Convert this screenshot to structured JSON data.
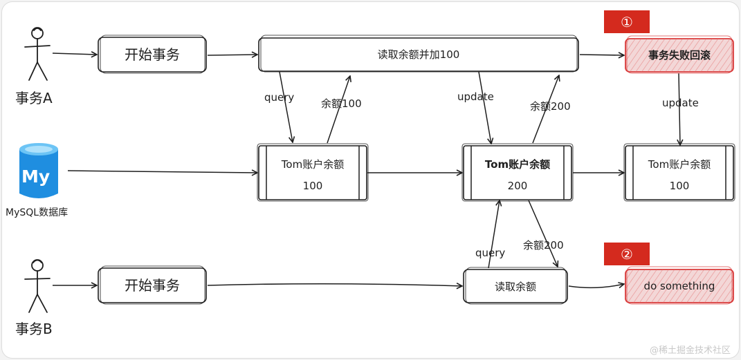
{
  "actors": {
    "a_label": "事务A",
    "b_label": "事务B"
  },
  "database": {
    "icon_text": "My",
    "label": "MySQL数据库"
  },
  "transaction_a": {
    "start": "开始事务",
    "read_add": "读取余额并加100",
    "fail": "事务失败回滚"
  },
  "transaction_b": {
    "start": "开始事务",
    "read": "读取余额",
    "do_something": "do something"
  },
  "accounts": [
    {
      "name": "Tom账户余额",
      "value": "100"
    },
    {
      "name": "Tom账户余额",
      "value": "200"
    },
    {
      "name": "Tom账户余额",
      "value": "100"
    }
  ],
  "edge_labels": {
    "query_a": "query",
    "balance_100": "余额100",
    "update_a": "update",
    "balance_200_a": "余额200",
    "update_rollback": "update",
    "query_b": "query",
    "balance_200_b": "余额200"
  },
  "badges": {
    "one": "①",
    "two": "②"
  },
  "watermark": "@稀土掘金技术社区",
  "colors": {
    "badge": "#d42a1e",
    "highlight_fill": "#f3d7d7",
    "highlight_stroke": "#d93a3a",
    "db_blue": "#1f8ee0"
  }
}
